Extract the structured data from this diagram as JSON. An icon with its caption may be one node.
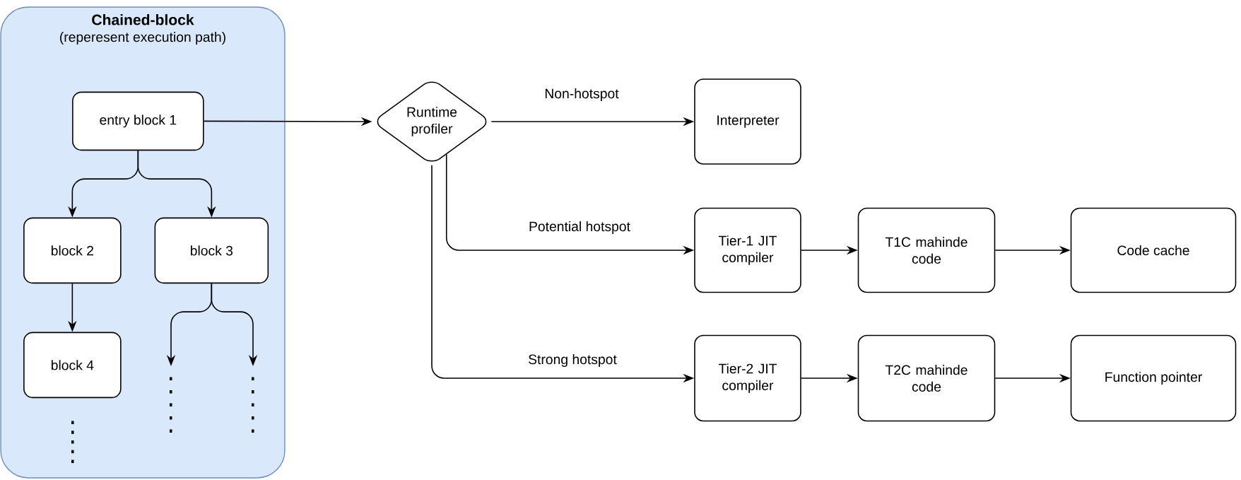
{
  "diagram": {
    "nodes": [
      {
        "text": [
          "Chained-block",
          "(reperesent execution path)"
        ]
      },
      {
        "text": [
          "entry block 1"
        ],
        "in": 0
      },
      {
        "text": [
          "block 2"
        ],
        "in": 0
      },
      {
        "text": [
          "block 3"
        ],
        "in": 0
      },
      {
        "text": [
          "block 4"
        ],
        "in": 0
      },
      {
        "text": [
          "Runtime profiler"
        ]
      },
      {
        "text": [
          "Interpreter"
        ]
      },
      {
        "text": [
          "Tier-1 JIT compiler"
        ]
      },
      {
        "text": [
          "T1C mahinde code"
        ]
      },
      {
        "text": [
          "Code cache"
        ]
      },
      {
        "text": [
          "Tier-2 JIT compiler"
        ]
      },
      {
        "text": [
          "T2C mahinde code"
        ]
      },
      {
        "text": [
          "Function pointer"
        ]
      }
    ],
    "edges": [
      {
        "from": 1,
        "to": 5,
        "arrow": "to"
      },
      {
        "from": 1,
        "to": 2,
        "arrow": "to"
      },
      {
        "from": 1,
        "to": 3,
        "arrow": "to"
      },
      {
        "from": 2,
        "to": 4,
        "arrow": "to"
      },
      {
        "from": 3,
        "to": null,
        "arrow": "to"
      },
      {
        "from": 3,
        "to": null,
        "arrow": "to"
      },
      {
        "from": 5,
        "to": 6,
        "arrow": "to",
        "label": "Non-hotspot"
      },
      {
        "from": 5,
        "to": 7,
        "arrow": "to",
        "label": "Potential hotspot"
      },
      {
        "from": 5,
        "to": 10,
        "arrow": "to",
        "label": "Strong hotspot"
      },
      {
        "from": 7,
        "to": 8,
        "arrow": "to"
      },
      {
        "from": 8,
        "to": 9,
        "arrow": "to"
      },
      {
        "from": 10,
        "to": 11,
        "arrow": "to"
      },
      {
        "from": 11,
        "to": 12,
        "arrow": "to"
      }
    ]
  }
}
